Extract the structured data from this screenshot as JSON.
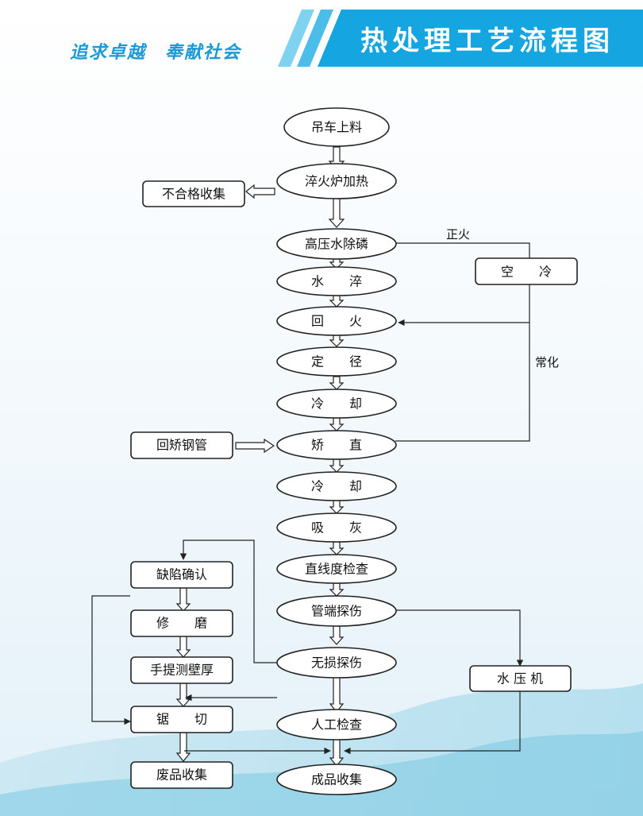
{
  "header": {
    "slogan": "追求卓越　奉献社会",
    "title": "热处理工艺流程图",
    "accent": "#1a9ad6",
    "banner_color": "#15a5e0"
  },
  "nodes": {
    "n1": "吊车上料",
    "n2": "淬火炉加热",
    "n3": "高压水除磷",
    "n4": "水　　淬",
    "n5": "回　　火",
    "n6": "定　　径",
    "n7": "冷　　却",
    "n8": "矫　　直",
    "n9": "冷　　却",
    "n10": "吸　　灰",
    "n11": "直线度检查",
    "n12": "管端探伤",
    "n13": "无损探伤",
    "n14": "人工检查",
    "n15": "成品收集",
    "b_reject": "不合格收集",
    "b_aircool": "空　　冷",
    "b_return": "回矫钢管",
    "b_defect": "缺陷确认",
    "b_grind": "修　　磨",
    "b_thick": "手提测壁厚",
    "b_saw": "锯　　切",
    "b_waste": "废品收集",
    "b_hydro": "水 压 机"
  },
  "labels": {
    "normalize_fire": "正火",
    "normalize": "常化"
  }
}
